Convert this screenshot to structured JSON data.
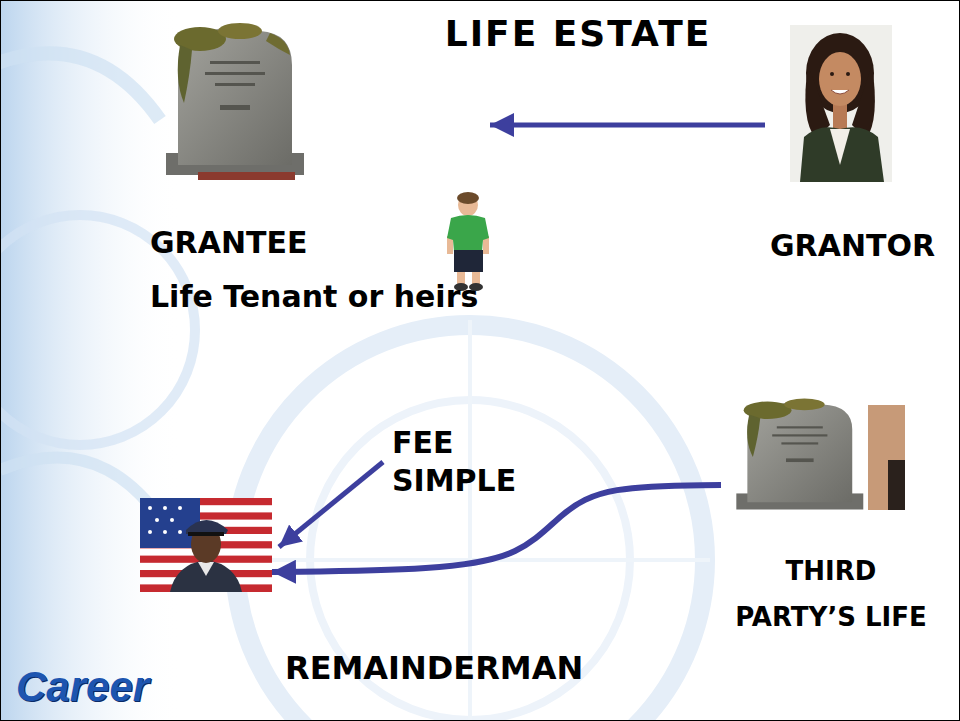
{
  "diagram": {
    "title": "LIFE ESTATE",
    "nodes": [
      {
        "text": [
          "GRANTEE",
          "Life Tenant or heirs"
        ]
      },
      {
        "text": [
          "GRANTOR"
        ]
      },
      {
        "text": [
          "THIRD PARTY’S LIFE"
        ]
      },
      {
        "text": [
          "REMAINDERMAN"
        ]
      }
    ],
    "edges": [
      {
        "from": 1,
        "to": 0,
        "arrow": "to"
      },
      {
        "from": 2,
        "to": 3,
        "arrow": "to"
      }
    ],
    "labels": [
      "FEE SIMPLE",
      "Career"
    ]
  }
}
